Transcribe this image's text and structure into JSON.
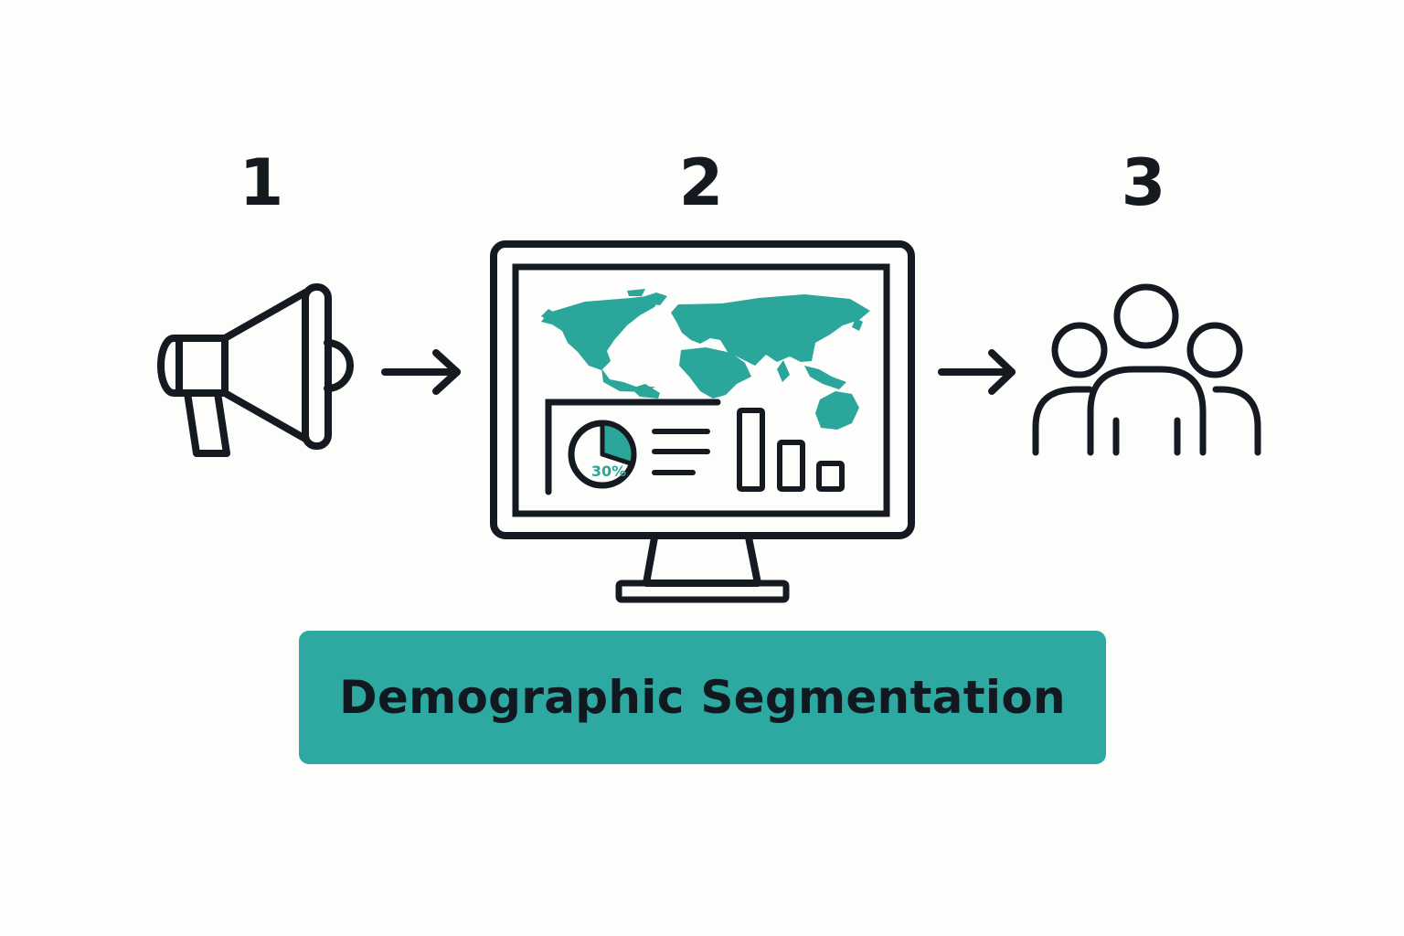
{
  "steps": [
    {
      "number": "1",
      "icon": "megaphone-icon"
    },
    {
      "number": "2",
      "icon": "computer-monitor-icon"
    },
    {
      "number": "3",
      "icon": "people-group-icon"
    }
  ],
  "dashboard": {
    "pie_label": "30%",
    "pie_fraction": 0.3
  },
  "banner": {
    "label": "Demographic Segmentation"
  },
  "colors": {
    "accent": "#2aa79a",
    "banner": "#2ea9a2",
    "ink": "#151a20",
    "background": "#fdfdfc"
  }
}
